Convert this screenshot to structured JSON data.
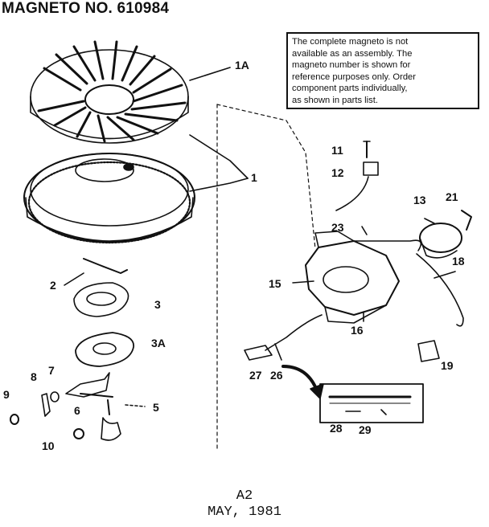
{
  "header": {
    "title": "MAGNETO NO. 610984"
  },
  "note": {
    "lines": [
      "The complete magneto is not",
      "available as an assembly. The",
      "magneto number is shown for",
      "reference purposes only. Order",
      "component parts individually,",
      "as shown in parts list."
    ]
  },
  "callouts": {
    "c1A": "1A",
    "c1": "1",
    "c2": "2",
    "c3": "3",
    "c3A": "3A",
    "c5": "5",
    "c6": "6",
    "c7": "7",
    "c8": "8",
    "c9": "9",
    "c10": "10",
    "c11": "11",
    "c12": "12",
    "c13": "13",
    "c15": "15",
    "c16": "16",
    "c18": "18",
    "c19": "19",
    "c21": "21",
    "c23": "23",
    "c26": "26",
    "c27": "27",
    "c28": "28",
    "c29": "29"
  },
  "footer": {
    "page": "A2",
    "date": "MAY, 1981"
  }
}
